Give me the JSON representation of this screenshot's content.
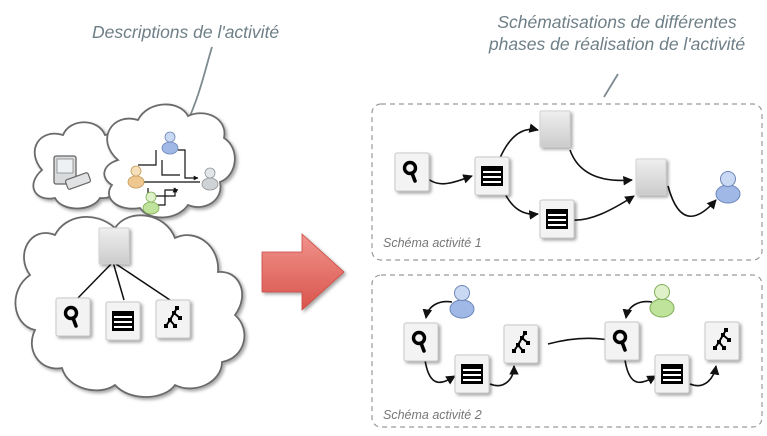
{
  "title_left": "Descriptions de l'activité",
  "title_right_line1": "Schématisations de différentes",
  "title_right_line2": "phases de réalisation de l'activité",
  "schema1_label": "Schéma activité 1",
  "schema2_label": "Schéma activité 2",
  "colors": {
    "text": "#6e7f87",
    "arrow_red": "#e06560",
    "person_blue": "#9fb8e6",
    "person_orange": "#efc790",
    "person_green": "#bfe39a",
    "person_gray": "#cfd3d6"
  },
  "icons": [
    "computer-icon",
    "search-icon",
    "list-icon",
    "graph-icon",
    "document-icon",
    "person-icon"
  ]
}
